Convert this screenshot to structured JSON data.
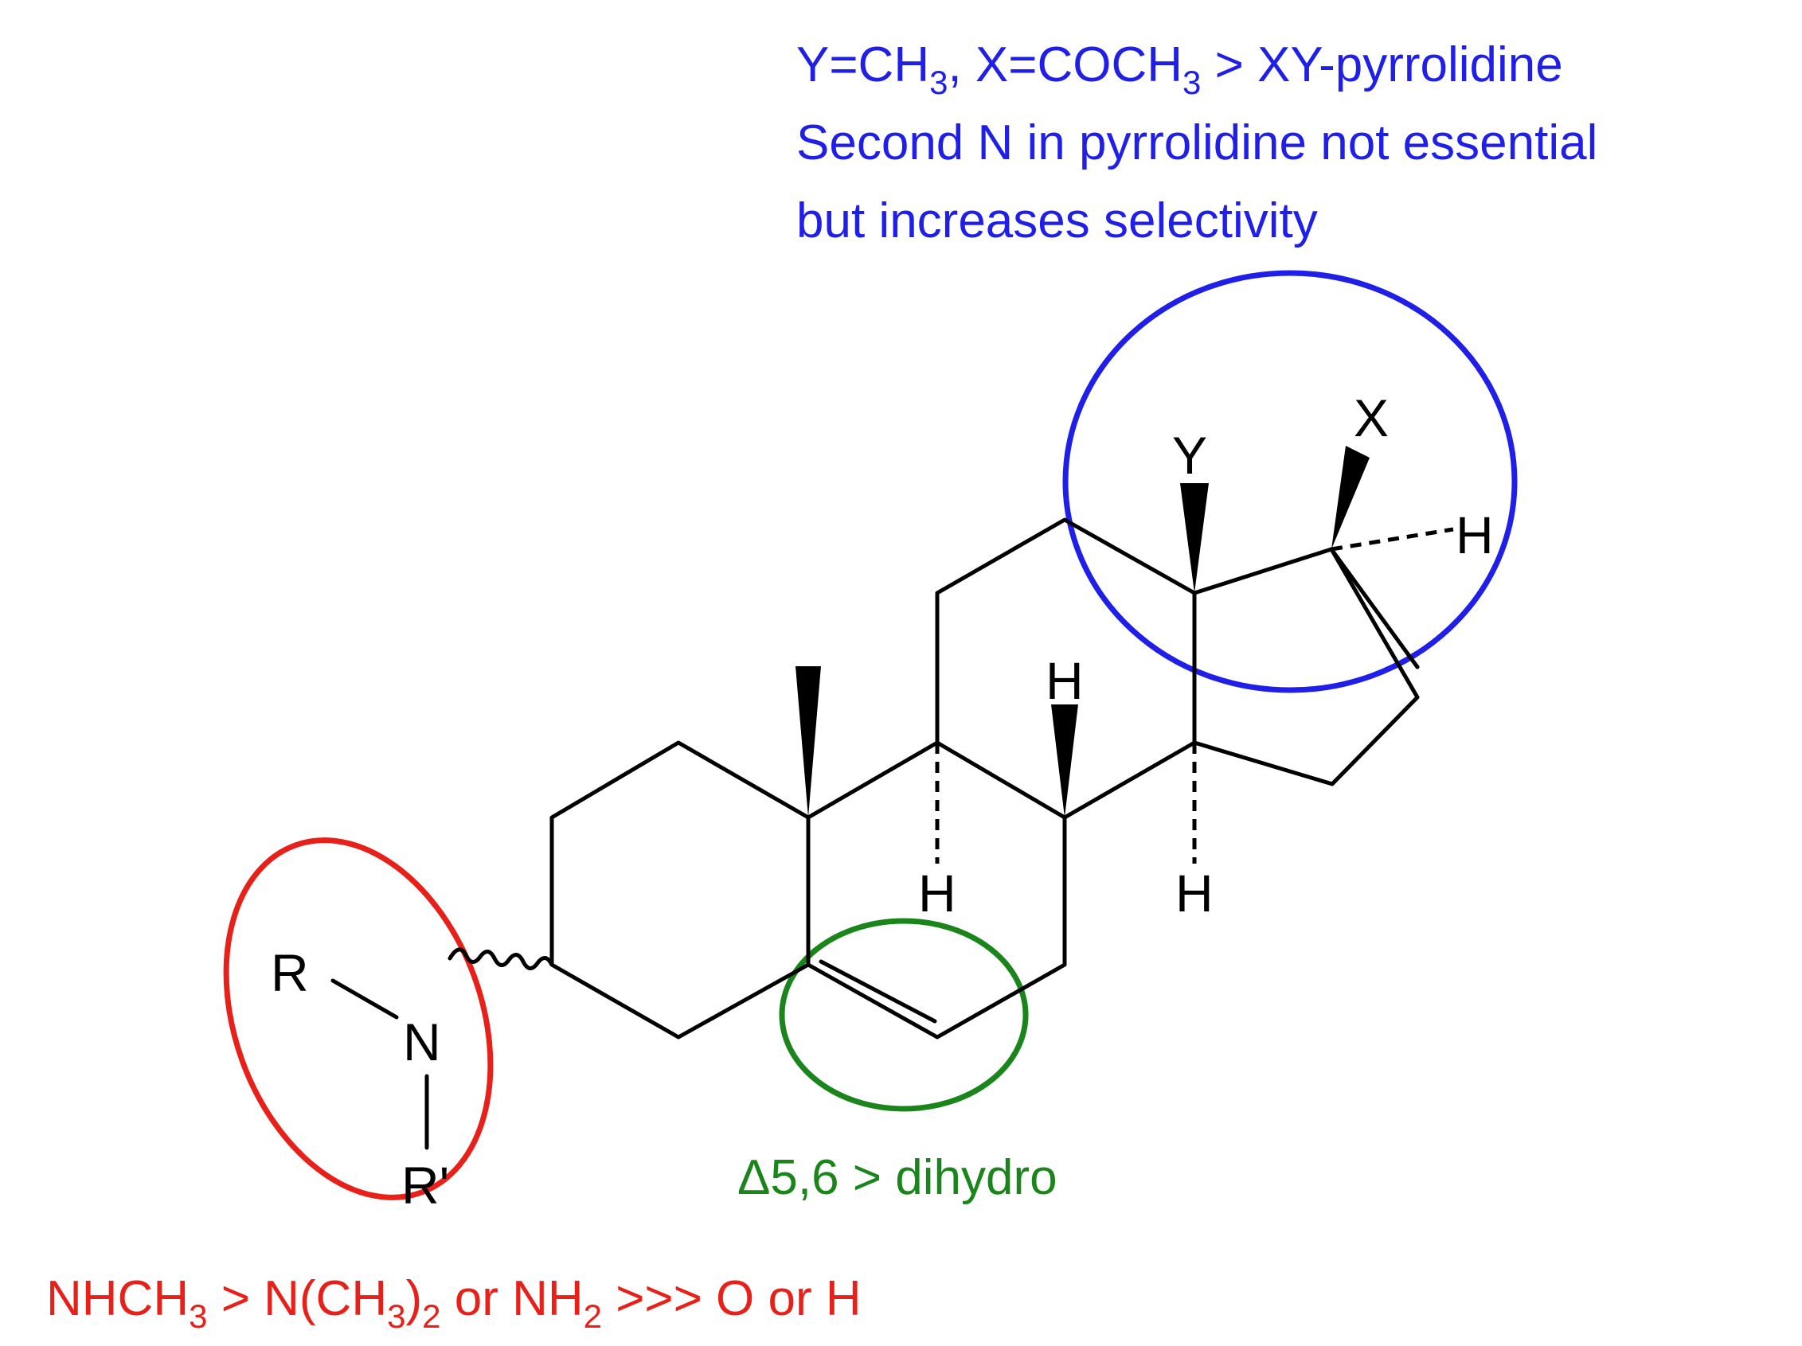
{
  "colors": {
    "pyrrolidine_note": "#1f1fe8",
    "dihydro_note": "#1a851a",
    "amine_note": "#e8201a",
    "bonds": "#000000"
  },
  "notes": {
    "pyrrolidine": {
      "line1": {
        "a": "Y=CH",
        "sub1": "3",
        "b": ", X=COCH",
        "sub2": "3",
        "c": " > XY-pyrrolidine"
      },
      "line2": "Second N in pyrrolidine not essential",
      "line3": "but increases selectivity"
    },
    "dihydro": "Δ5,6 > dihydro",
    "amine": {
      "a": "NHCH",
      "sub1": "3",
      "b": " > N(CH",
      "sub2": "3",
      "c": ")",
      "sub3": "2",
      "d": " or NH",
      "sub4": "2",
      "e": "  >>> O or H"
    }
  },
  "atoms": {
    "R": "R",
    "N": "N",
    "R_prime": "R'",
    "Y": "Y",
    "X": "X",
    "H": "H"
  }
}
